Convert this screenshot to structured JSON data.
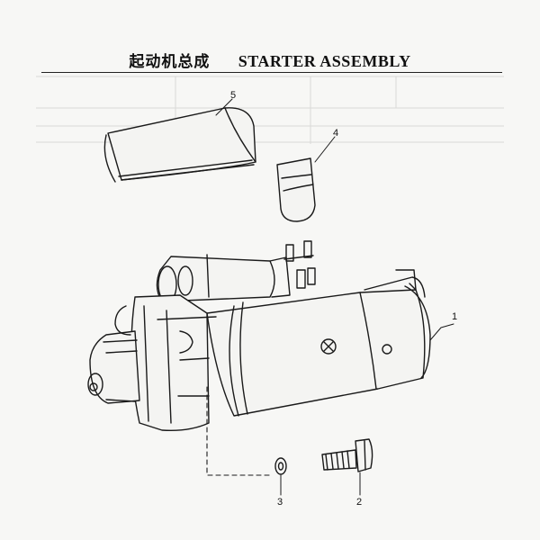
{
  "header": {
    "title_zh": "起动机总成",
    "title_en": "STARTER ASSEMBLY"
  },
  "callouts": [
    {
      "id": "1",
      "label": "1"
    },
    {
      "id": "2",
      "label": "2"
    },
    {
      "id": "3",
      "label": "3"
    },
    {
      "id": "4",
      "label": "4"
    },
    {
      "id": "5",
      "label": "5"
    }
  ],
  "colors": {
    "ink": "#1a1a1a",
    "paper": "#f7f7f5"
  }
}
